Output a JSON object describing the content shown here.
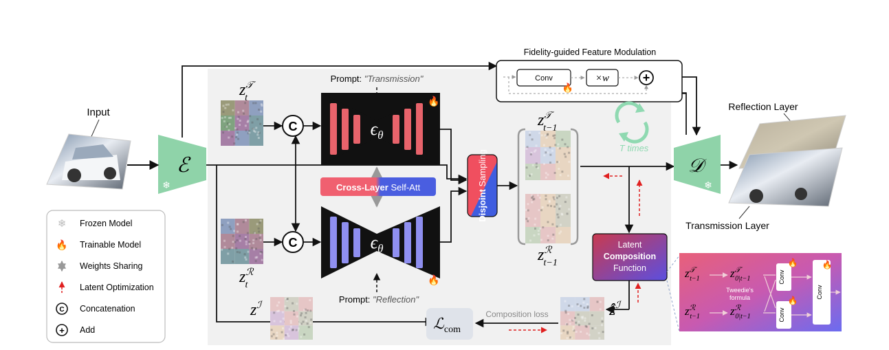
{
  "fgfm": {
    "title": "Fidelity-guided Feature Modulation",
    "conv": "Conv",
    "times_w": "×w",
    "add": "+"
  },
  "input": {
    "label": "Input"
  },
  "encoder": {
    "symbol": "ℰ"
  },
  "decoder": {
    "symbol": "𝒟"
  },
  "latents": {
    "z_t_T": "z",
    "z_t_T_sup": "𝒯",
    "z_t_T_sub": "t",
    "z_t_R": "z",
    "z_t_R_sup": "ℛ",
    "z_t_R_sub": "t",
    "z_tm1_T": "z",
    "z_tm1_T_sup": "𝒯",
    "z_tm1_T_sub": "t−1",
    "z_tm1_R": "z",
    "z_tm1_R_sup": "ℛ",
    "z_tm1_R_sub": "t−1",
    "z_I": "z",
    "z_I_sup": "ℐ",
    "zhat_I": "ẑ",
    "zhat_I_sup": "ℐ"
  },
  "prompts": {
    "top_prefix": "Prompt:",
    "top_value": "\"Transmission\"",
    "bottom_prefix": "Prompt:",
    "bottom_value": "\"Reflection\""
  },
  "unet": {
    "symbol": "ϵ",
    "subscript": "θ"
  },
  "concat": {
    "symbol": "C"
  },
  "cross_layer": {
    "bold": "Cross-Layer",
    "rest": "Self-Att"
  },
  "disjoint": {
    "bold": "Disjoint",
    "rest": "Sampling"
  },
  "loop": {
    "label": "T times"
  },
  "outputs": {
    "reflection": "Reflection Layer",
    "transmission": "Transmission Layer"
  },
  "lcf": {
    "line1": "Latent",
    "line2": "Composition",
    "line3": "Function"
  },
  "loss": {
    "symbol": "ℒ",
    "subscript": "com",
    "label": "Composition loss"
  },
  "detail": {
    "z_in_T": "z",
    "z_in_T_sup": "𝒯",
    "z_in_T_sub": "t−1",
    "z_in_R": "z",
    "z_in_R_sup": "ℛ",
    "z_in_R_sub": "t−1",
    "z0_T": "z",
    "z0_T_sup": "𝒯",
    "z0_T_sub": "0|t−1",
    "z0_R": "z",
    "z0_R_sup": "ℛ",
    "z0_R_sub": "0|t−1",
    "tweedie_line1": "Tweedie's",
    "tweedie_line2": "formula",
    "conv": "Conv"
  },
  "legend": [
    {
      "icon": "snowflake-icon",
      "label": "Frozen Model"
    },
    {
      "icon": "flame-icon",
      "label": "Trainable Model"
    },
    {
      "icon": "weights-sharing-icon",
      "label": "Weights Sharing"
    },
    {
      "icon": "latent-optimization-icon",
      "label": "Latent Optimization"
    },
    {
      "icon": "concatenation-icon",
      "label": "Concatenation"
    },
    {
      "icon": "add-icon",
      "label": "Add"
    }
  ],
  "colors": {
    "panel_bg": "#f1f1f1",
    "encoder": "#8fd3a9",
    "unet_red": "#e8636b",
    "unet_blue": "#8f8ff0",
    "lcf_start": "#c0395d",
    "lcf_end": "#5a4fd8",
    "loss_bg": "#dfe3ea",
    "loop_green": "#8fd9b1"
  }
}
